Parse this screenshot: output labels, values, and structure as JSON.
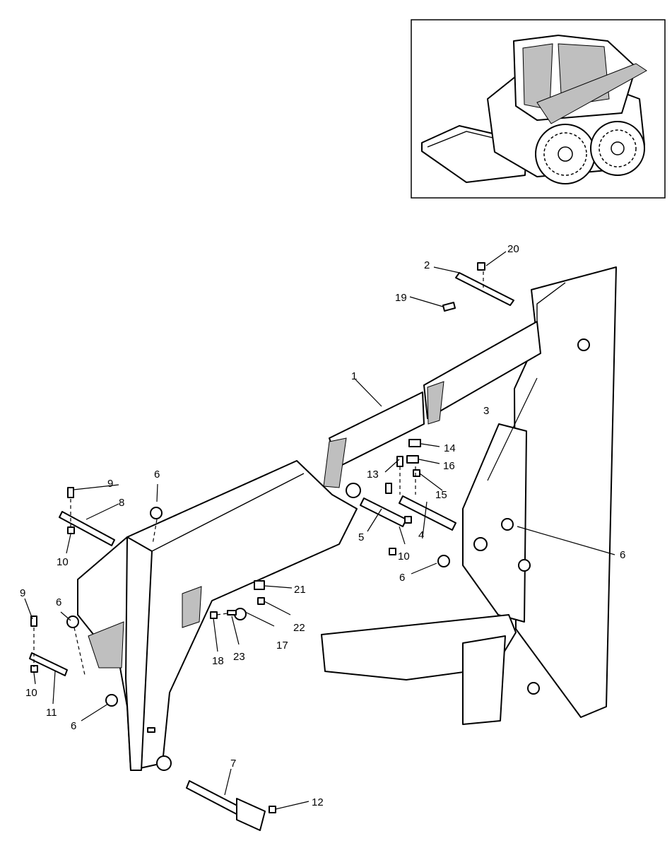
{
  "callouts": [
    {
      "id": "c1",
      "text": "1"
    },
    {
      "id": "c2",
      "text": "2"
    },
    {
      "id": "c3",
      "text": "3"
    },
    {
      "id": "c4",
      "text": "4"
    },
    {
      "id": "c5",
      "text": "5"
    },
    {
      "id": "c6a",
      "text": "6"
    },
    {
      "id": "c6b",
      "text": "6"
    },
    {
      "id": "c6c",
      "text": "6"
    },
    {
      "id": "c6d",
      "text": "6"
    },
    {
      "id": "c6e",
      "text": "6"
    },
    {
      "id": "c7",
      "text": "7"
    },
    {
      "id": "c8",
      "text": "8"
    },
    {
      "id": "c9a",
      "text": "9"
    },
    {
      "id": "c9b",
      "text": "9"
    },
    {
      "id": "c10a",
      "text": "10"
    },
    {
      "id": "c10b",
      "text": "10"
    },
    {
      "id": "c10c",
      "text": "10"
    },
    {
      "id": "c11",
      "text": "11"
    },
    {
      "id": "c12",
      "text": "12"
    },
    {
      "id": "c13",
      "text": "13"
    },
    {
      "id": "c14",
      "text": "14"
    },
    {
      "id": "c15",
      "text": "15"
    },
    {
      "id": "c16",
      "text": "16"
    },
    {
      "id": "c17",
      "text": "17"
    },
    {
      "id": "c18",
      "text": "18"
    },
    {
      "id": "c19",
      "text": "19"
    },
    {
      "id": "c20",
      "text": "20"
    },
    {
      "id": "c21",
      "text": "21"
    },
    {
      "id": "c22",
      "text": "22"
    },
    {
      "id": "c23",
      "text": "23"
    }
  ]
}
